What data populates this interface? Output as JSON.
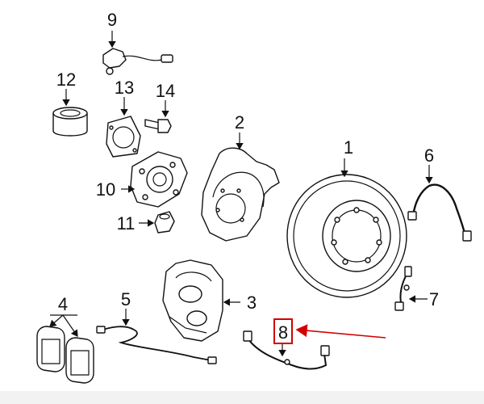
{
  "callouts": [
    {
      "id": "1",
      "text": "1"
    },
    {
      "id": "2",
      "text": "2"
    },
    {
      "id": "3",
      "text": "3"
    },
    {
      "id": "4",
      "text": "4"
    },
    {
      "id": "5",
      "text": "5"
    },
    {
      "id": "6",
      "text": "6"
    },
    {
      "id": "7",
      "text": "7"
    },
    {
      "id": "8",
      "text": "8"
    },
    {
      "id": "9",
      "text": "9"
    },
    {
      "id": "10",
      "text": "10"
    },
    {
      "id": "11",
      "text": "11"
    },
    {
      "id": "12",
      "text": "12"
    },
    {
      "id": "13",
      "text": "13"
    },
    {
      "id": "14",
      "text": "14"
    }
  ],
  "highlight": {
    "part": "8",
    "box_color": "#d40000",
    "arrow_color": "#d40000"
  }
}
